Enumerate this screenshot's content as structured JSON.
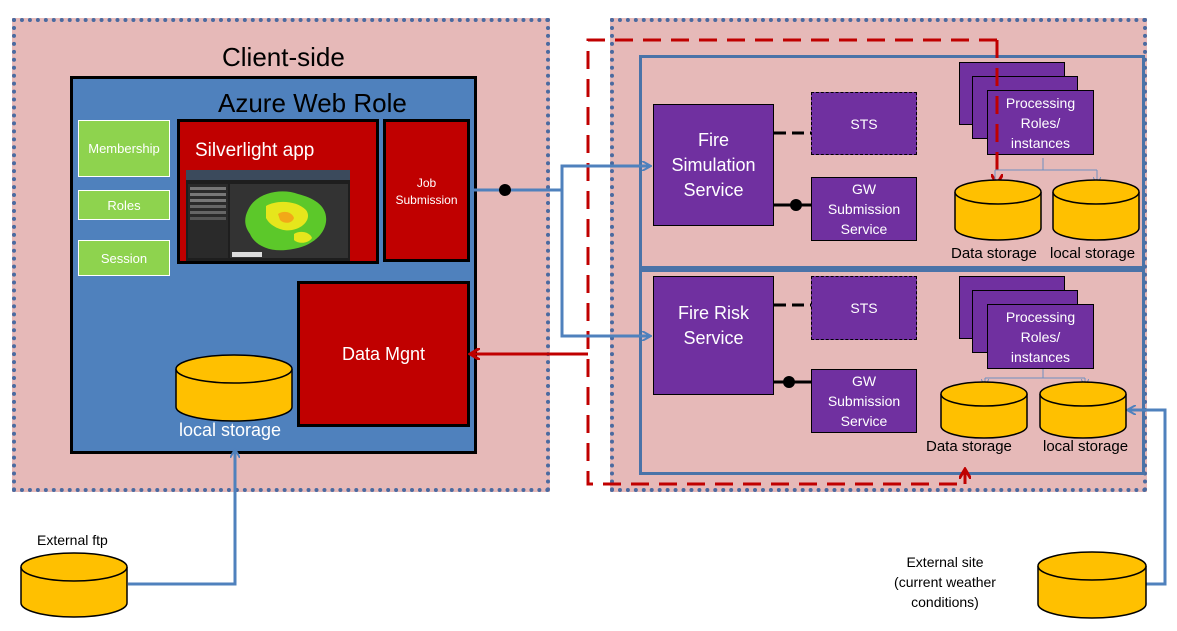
{
  "client": {
    "title": "Client-side",
    "webrole_title": "Azure Web Role",
    "membership": "Membership",
    "roles": "Roles",
    "session": "Session",
    "silverlight": "Silverlight app",
    "job_line1": "Job",
    "job_line2": "Submission",
    "data_mgnt": "Data Mgnt",
    "local_storage": "local storage"
  },
  "server": {
    "top": {
      "service_line1": "Fire",
      "service_line2": "Simulation",
      "service_line3": "Service",
      "sts": "STS",
      "gw_line1": "GW",
      "gw_line2": "Submission",
      "gw_line3": "Service",
      "proc_line1": "Processing",
      "proc_line2": "Roles/",
      "proc_line3": "instances",
      "data_storage": "Data storage",
      "local_storage": "local storage"
    },
    "bottom": {
      "service_line1": "Fire Risk",
      "service_line2": "Service",
      "sts": "STS",
      "gw_line1": "GW",
      "gw_line2": "Submission",
      "gw_line3": "Service",
      "proc_line1": "Processing",
      "proc_line2": "Roles/",
      "proc_line3": "instances",
      "data_storage": "Data storage",
      "local_storage": "local storage"
    }
  },
  "external": {
    "ftp": "External ftp",
    "site_line1": "External site",
    "site_line2": "(current weather",
    "site_line3": "conditions)"
  },
  "colors": {
    "panel_pink": "#e6b9b8",
    "web_role_blue": "#4f81bd",
    "component_red": "#c00000",
    "service_purple": "#7030a0",
    "module_green": "#8ed34e",
    "storage_yellow": "#ffc000",
    "connector_blue": "#4f81bd",
    "dashed_red": "#c00000"
  }
}
